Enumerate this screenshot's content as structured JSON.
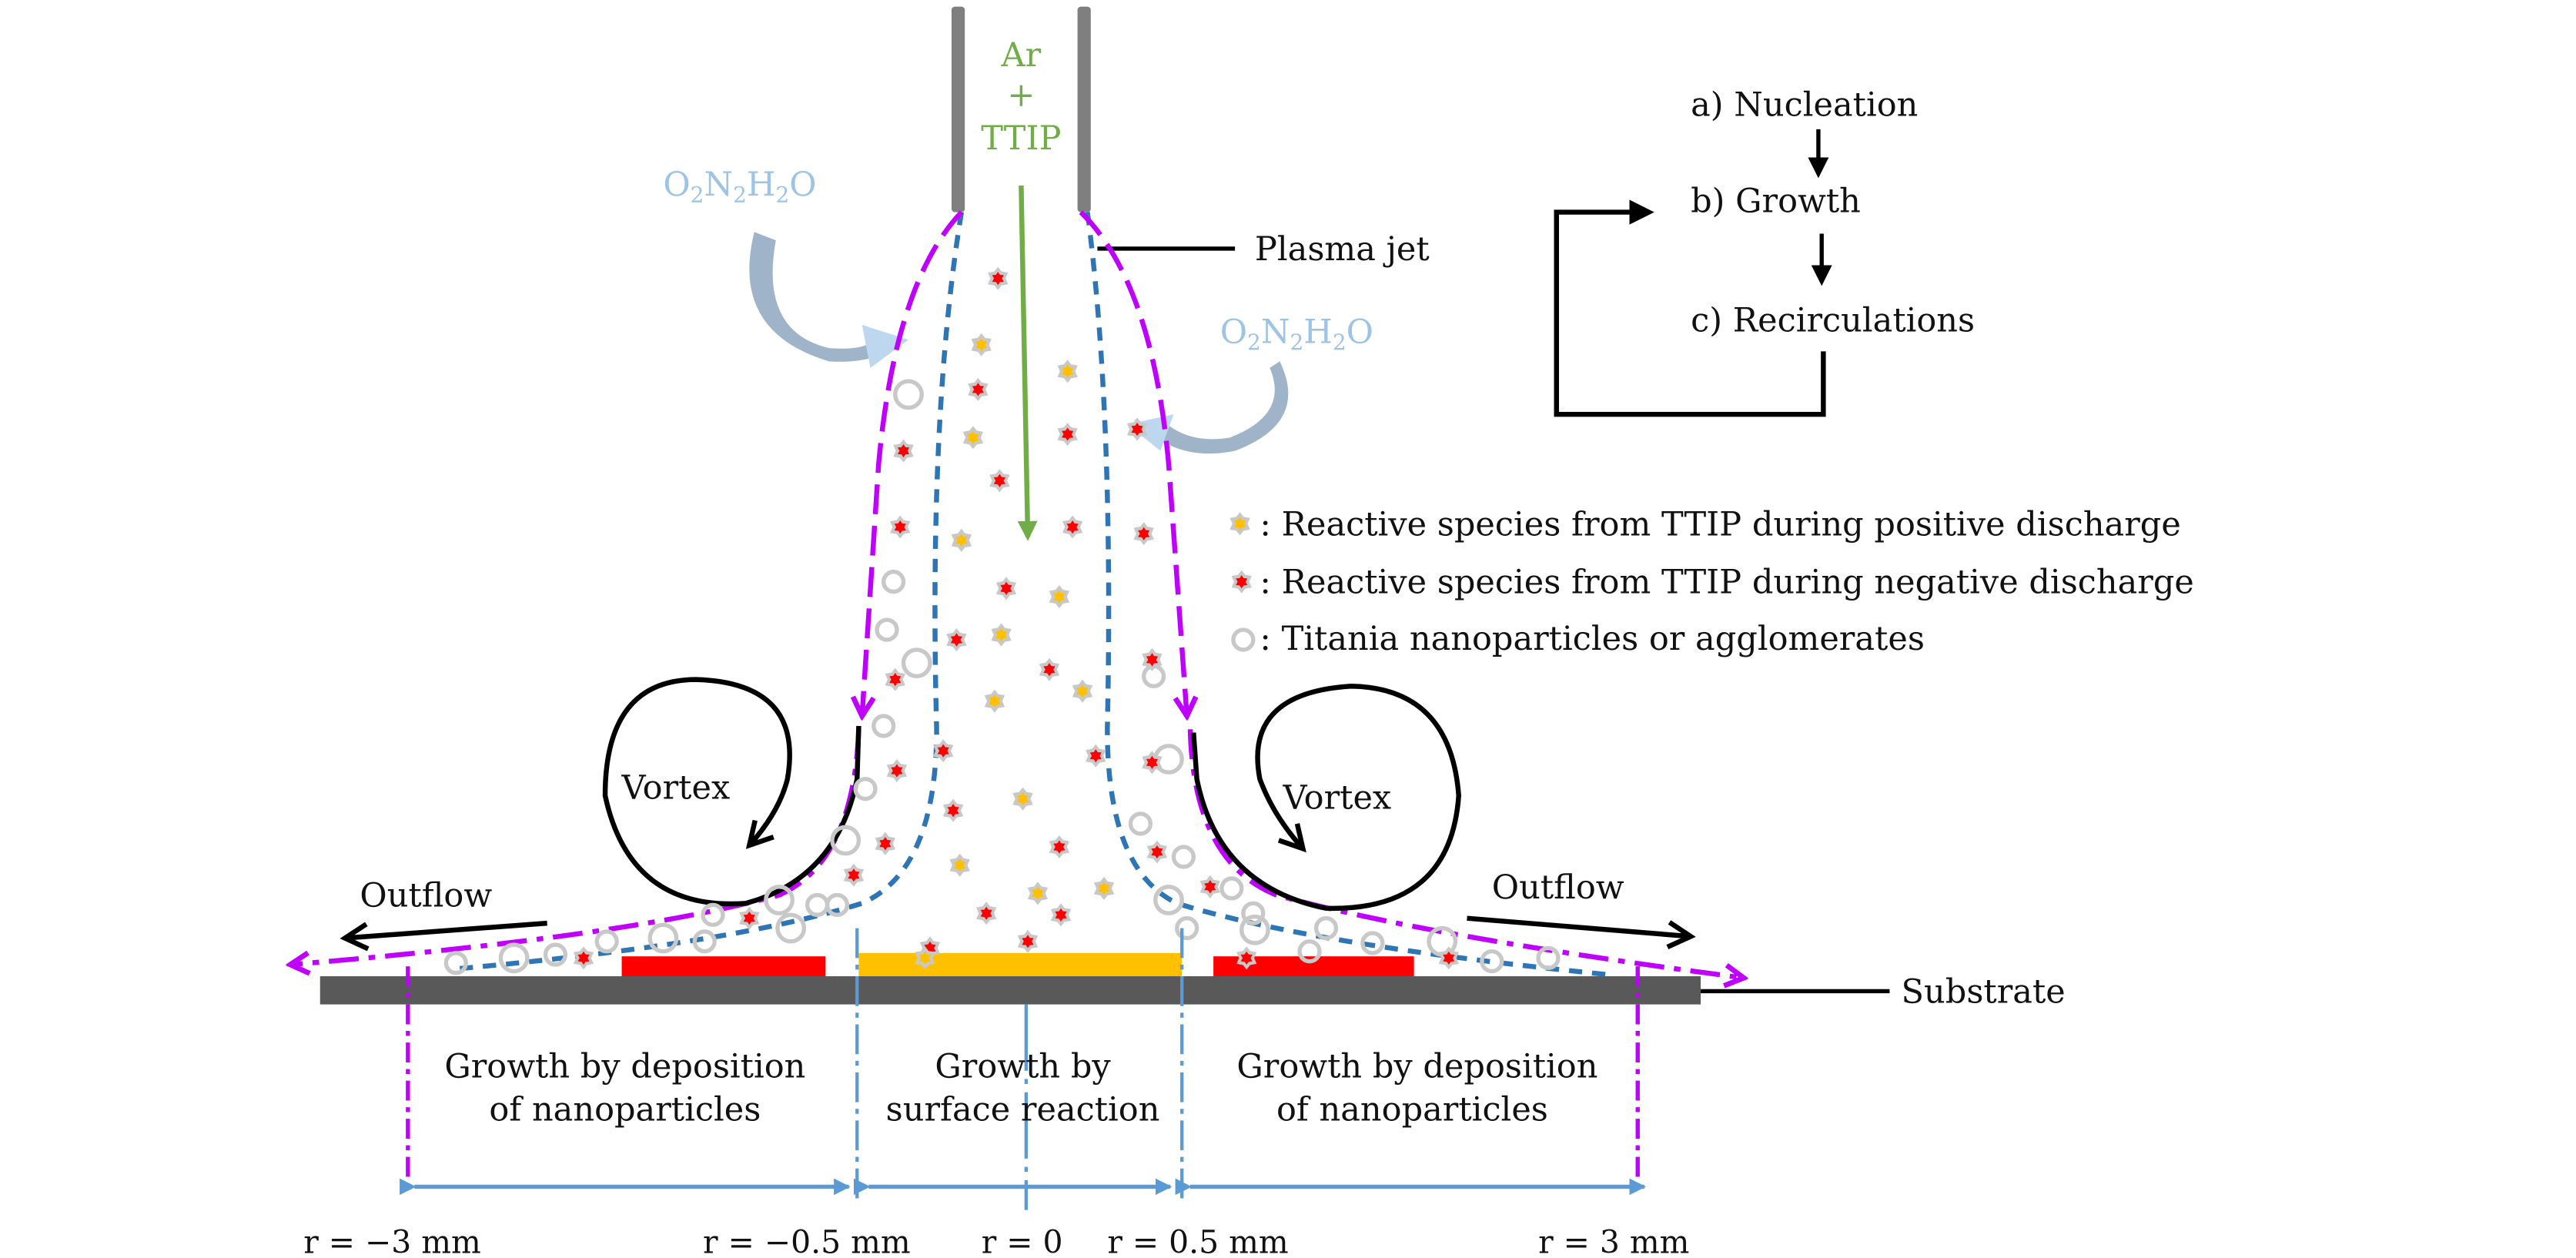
{
  "nozzle": {
    "gas_line1": "Ar",
    "gas_line2": "+",
    "gas_line3": "TTIP"
  },
  "ambient_gas_left": {
    "main": [
      "O",
      "N",
      "H",
      "O"
    ],
    "sub": [
      "2",
      "2",
      "2",
      ""
    ],
    "text": "O2N2H2O"
  },
  "ambient_gas_right": {
    "text": "O2N2H2O"
  },
  "labels": {
    "plasma_jet": "Plasma jet",
    "substrate": "Substrate",
    "vortex_left": "Vortex",
    "vortex_right": "Vortex",
    "outflow_left": "Outflow",
    "outflow_right": "Outflow"
  },
  "process_cycle": {
    "steps": [
      {
        "label": "a) Nucleation"
      },
      {
        "label": "b) Growth"
      },
      {
        "label": "c) Recirculations"
      }
    ]
  },
  "legend": {
    "items": [
      {
        "symbol": "yellow-star-particle",
        "text": ": Reactive species from TTIP during positive discharge"
      },
      {
        "symbol": "red-star-particle",
        "text": ": Reactive species from TTIP during negative discharge"
      },
      {
        "symbol": "gray-ring-particle",
        "text": ": Titania nanoparticles or  agglomerates"
      }
    ]
  },
  "regions": {
    "left": {
      "line1": "Growth by deposition",
      "line2": "of nanoparticles"
    },
    "center": {
      "line1": "Growth by",
      "line2": "surface reaction"
    },
    "right": {
      "line1": "Growth by deposition",
      "line2": "of nanoparticles"
    }
  },
  "radius_labels": {
    "r_neg3": "r = −3 mm",
    "r_neg05": "r = −0.5 mm",
    "r_0": "r = 0",
    "r_pos05": "r = 0.5 mm",
    "r_pos3": "r =  3 mm"
  },
  "colors": {
    "nozzle": "#7f7f7f",
    "substrate": "#595959",
    "surface_reaction_film": "#ffc000",
    "nanoparticle_film": "#ff0000",
    "jet_boundary": "#c000ff",
    "inner_jet": "#2e75b6",
    "dimension": "#5b9bd5",
    "gas_text": "#9dc3e6",
    "gas_arrow_dark": "#8fa9c3",
    "gas_arrow_light": "#bdd7ee",
    "feed_gas": "#70ad47",
    "particle_halo": "#c8c8c8"
  }
}
